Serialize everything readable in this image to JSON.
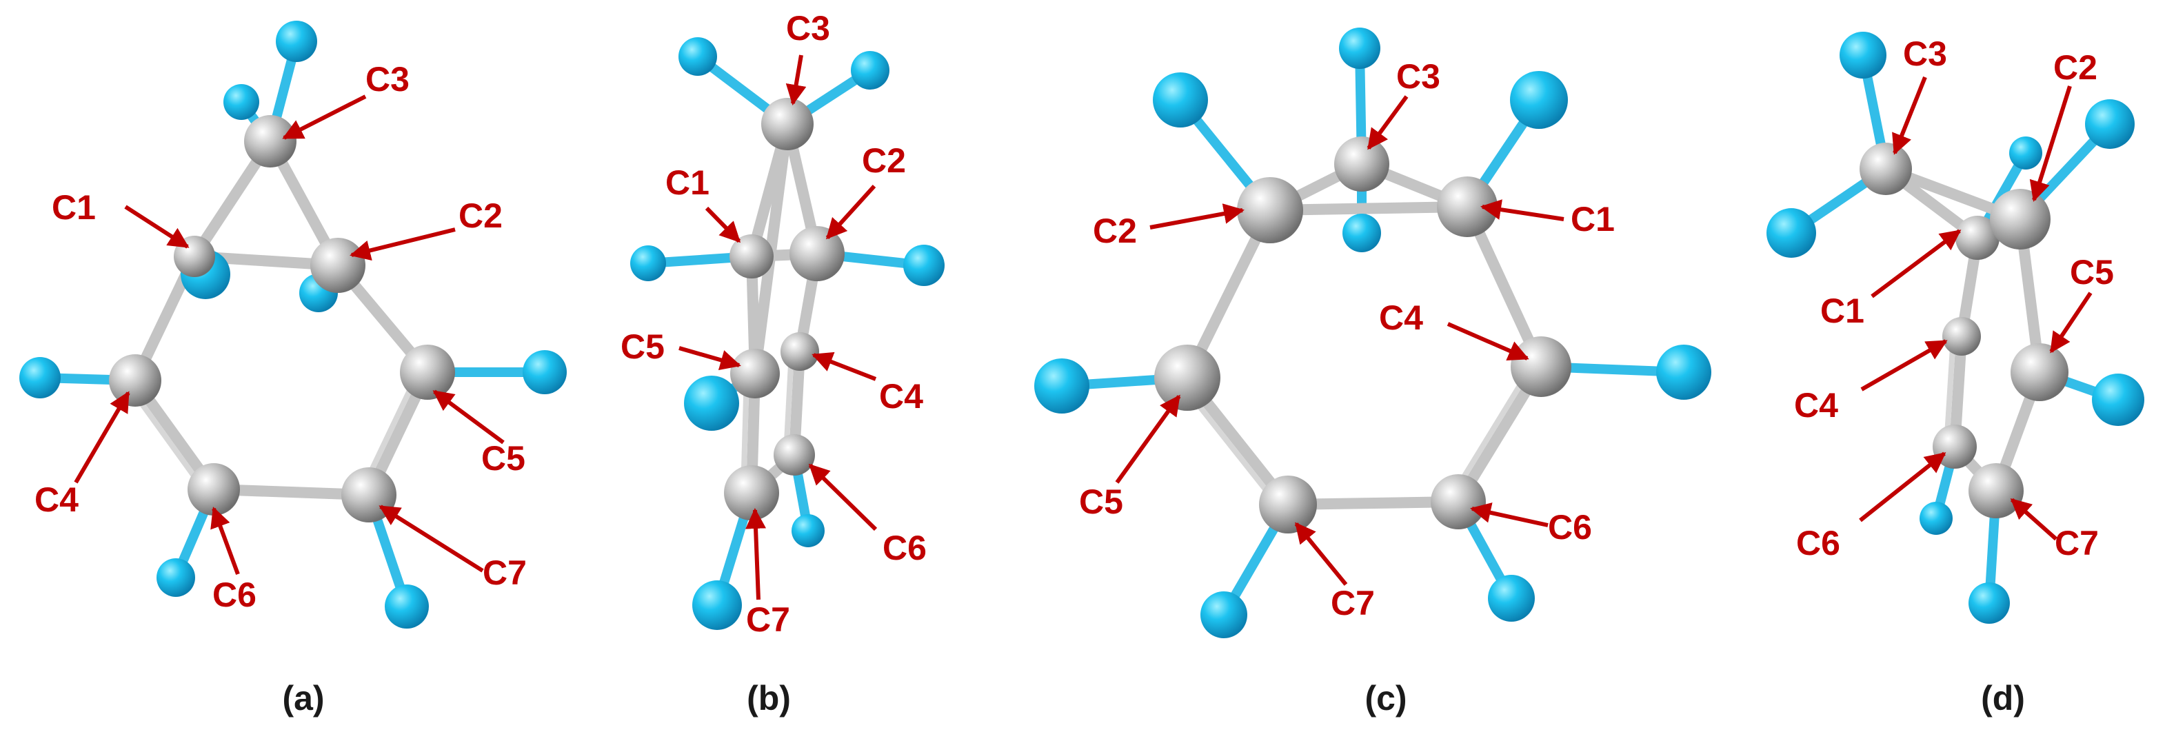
{
  "colors": {
    "carbon": "#b8b8b8",
    "hydrogen": "#1ec3f0",
    "label": "#c00000",
    "caption": "#1a1a1a"
  },
  "panels": [
    {
      "id": "a",
      "caption": "(a)",
      "atoms": [
        "C1",
        "C2",
        "C3",
        "C4",
        "C5",
        "C6",
        "C7"
      ],
      "labels": [
        "C1",
        "C2",
        "C3",
        "C4",
        "C5",
        "C6",
        "C7"
      ]
    },
    {
      "id": "b",
      "caption": "(b)",
      "atoms": [
        "C1",
        "C2",
        "C3",
        "C4",
        "C5",
        "C6",
        "C7"
      ],
      "labels": [
        "C1",
        "C2",
        "C3",
        "C4",
        "C5",
        "C6",
        "C7"
      ]
    },
    {
      "id": "c",
      "caption": "(c)",
      "atoms": [
        "C1",
        "C2",
        "C3",
        "C4",
        "C5",
        "C6",
        "C7"
      ],
      "labels": [
        "C1",
        "C2",
        "C3",
        "C4",
        "C5",
        "C6",
        "C7"
      ]
    },
    {
      "id": "d",
      "caption": "(d)",
      "atoms": [
        "C1",
        "C2",
        "C3",
        "C4",
        "C5",
        "C6",
        "C7"
      ],
      "labels": [
        "C1",
        "C2",
        "C3",
        "C4",
        "C5",
        "C6",
        "C7"
      ]
    }
  ]
}
